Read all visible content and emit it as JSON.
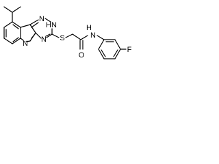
{
  "molecule": {
    "atom_labels": {
      "n_triazine_top": "N",
      "nh_triazine": "N",
      "h_triazine": "H",
      "n_triazine_bottom": "N",
      "n_indole": "N",
      "sulfur": "S",
      "oxygen": "O",
      "amide_nh": "H",
      "amide_n": "N",
      "fluorine": "F"
    },
    "colors": {
      "bond": "#000000",
      "label": "#000000",
      "background": "#ffffff"
    }
  }
}
